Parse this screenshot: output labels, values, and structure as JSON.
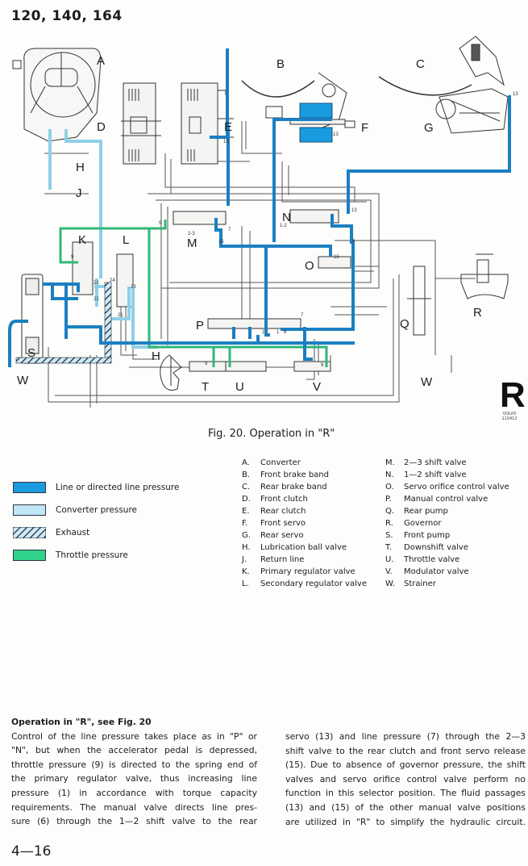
{
  "header": {
    "models": "120, 140, 164"
  },
  "diagram": {
    "component_labels": [
      "A",
      "B",
      "C",
      "D",
      "E",
      "F",
      "G",
      "H",
      "J",
      "K",
      "L",
      "M",
      "N",
      "O",
      "P",
      "Q",
      "R",
      "S",
      "T",
      "U",
      "V",
      "W",
      "W",
      "H"
    ],
    "valve_sublabels": {
      "M": "2-3",
      "N": "1-2"
    },
    "port_numbers": [
      "15",
      "13",
      "13",
      "7",
      "15",
      "9",
      "6",
      "13",
      "15",
      "21",
      "21",
      "21",
      "24",
      "23",
      "9",
      "9",
      "9",
      "1",
      "1",
      "6",
      "7",
      "6"
    ],
    "tab_letter": "R",
    "tab_code": [
      "VOLVO",
      "110412"
    ]
  },
  "figure": {
    "caption": "Fig. 20.   Operation in \"R\""
  },
  "legend": [
    {
      "label": "Line or directed line pressure",
      "color": "#1a9be0",
      "pattern": "solid"
    },
    {
      "label": "Converter pressure",
      "color": "#bfe6f6",
      "pattern": "solid"
    },
    {
      "label": "Exhaust",
      "color": "#1b2b3a",
      "pattern": "hatch"
    },
    {
      "label": "Throttle pressure",
      "color": "#2fd38a",
      "pattern": "solid"
    }
  ],
  "parts_left": [
    {
      "letter": "A.",
      "name": "Converter"
    },
    {
      "letter": "B.",
      "name": "Front brake band"
    },
    {
      "letter": "C.",
      "name": "Rear brake band"
    },
    {
      "letter": "D.",
      "name": "Front clutch"
    },
    {
      "letter": "E.",
      "name": "Rear clutch"
    },
    {
      "letter": "F.",
      "name": "Front servo"
    },
    {
      "letter": "G.",
      "name": "Rear servo"
    },
    {
      "letter": "H.",
      "name": "Lubrication ball valve"
    },
    {
      "letter": "J.",
      "name": "Return line"
    },
    {
      "letter": "K.",
      "name": "Primary regulator valve"
    },
    {
      "letter": "L.",
      "name": "Secondary regulator valve"
    }
  ],
  "parts_right": [
    {
      "letter": "M.",
      "name": "2—3 shift valve"
    },
    {
      "letter": "N.",
      "name": "1—2 shift valve"
    },
    {
      "letter": "O.",
      "name": "Servo orifice control valve"
    },
    {
      "letter": "P.",
      "name": "Manual control valve"
    },
    {
      "letter": "Q.",
      "name": "Rear pump"
    },
    {
      "letter": "R.",
      "name": "Governor"
    },
    {
      "letter": "S.",
      "name": "Front pump"
    },
    {
      "letter": "T.",
      "name": "Downshift valve"
    },
    {
      "letter": "U.",
      "name": "Throttle valve"
    },
    {
      "letter": "V.",
      "name": "Modulator valve"
    },
    {
      "letter": "W.",
      "name": "Strainer"
    }
  ],
  "body": {
    "heading": "Operation in \"R\", see Fig. 20",
    "left_lines": [
      "Control of the line pressure takes place as in \"P\" or",
      "\"N\", but when the accelerator pedal is depressed,",
      "throttle pressure (9) is directed to the spring end of",
      "the primary regulator valve, thus increasing line",
      "pressure (1) in accordance with torque capacity",
      "requirements. The manual valve directs line pres-",
      "sure (6) through the 1—2 shift valve to the rear"
    ],
    "right_lines": [
      "servo (13) and line pressure (7) through the 2—3",
      "shift valve to the rear clutch and front servo release",
      "(15). Due to absence of governor pressure, the shift",
      "valves and servo orifice control valve perform no",
      "function in this selector position. The fluid passages",
      "(13) and (15) of the other manual valve positions",
      "are utilized in \"R\" to simplify the hydraulic circuit."
    ]
  },
  "footer": {
    "page_number": "4—16"
  }
}
